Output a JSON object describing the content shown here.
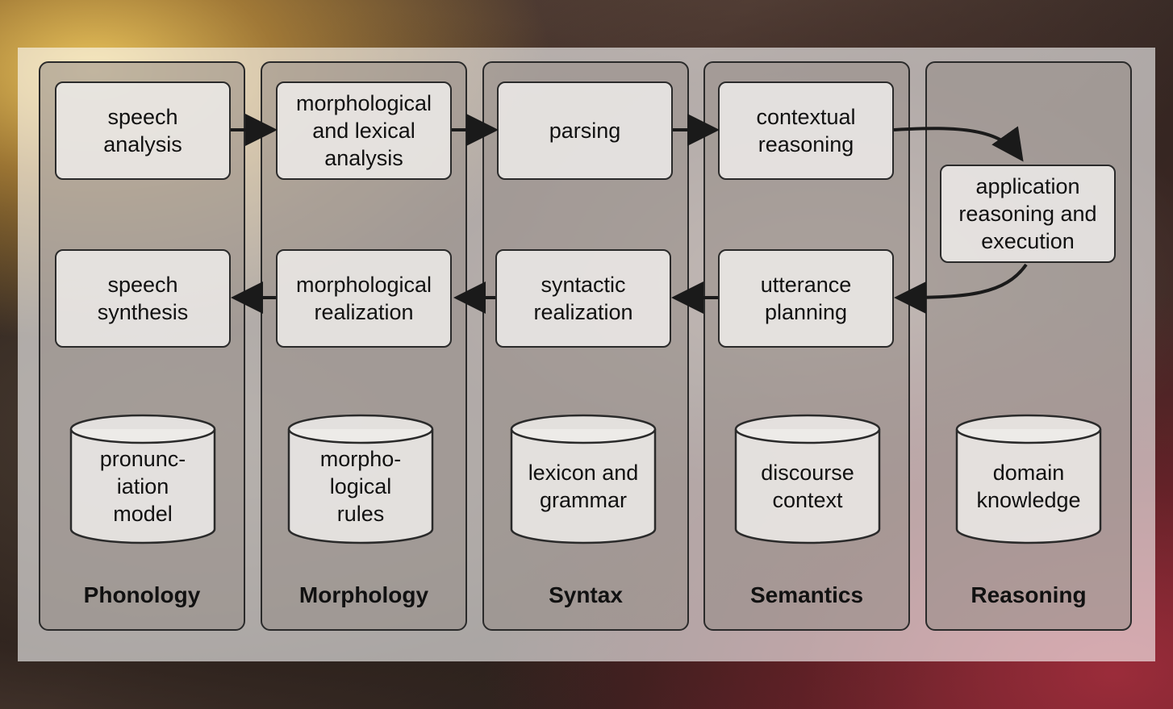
{
  "columns": [
    {
      "label": "Phonology"
    },
    {
      "label": "Morphology"
    },
    {
      "label": "Syntax"
    },
    {
      "label": "Semantics"
    },
    {
      "label": "Reasoning"
    }
  ],
  "boxes": {
    "speech_analysis": "speech\nanalysis",
    "morph_lexical_analysis": "morphological\nand lexical\nanalysis",
    "parsing": "parsing",
    "contextual_reasoning": "contextual\nreasoning",
    "application_reasoning": "application\nreasoning and\nexecution",
    "utterance_planning": "utterance\nplanning",
    "syntactic_realization": "syntactic\nrealization",
    "morph_realization": "morphological\nrealization",
    "speech_synthesis": "speech\nsynthesis"
  },
  "stores": {
    "pronunciation_model": "pronunc-\niation\nmodel",
    "morphological_rules": "morpho-\nlogical\nrules",
    "lexicon_grammar": "lexicon and\ngrammar",
    "discourse_context": "discourse\ncontext",
    "domain_knowledge": "domain\nknowledge"
  },
  "colors": {
    "stroke": "#2a2a2a",
    "arrow": "#1a1a1a"
  }
}
